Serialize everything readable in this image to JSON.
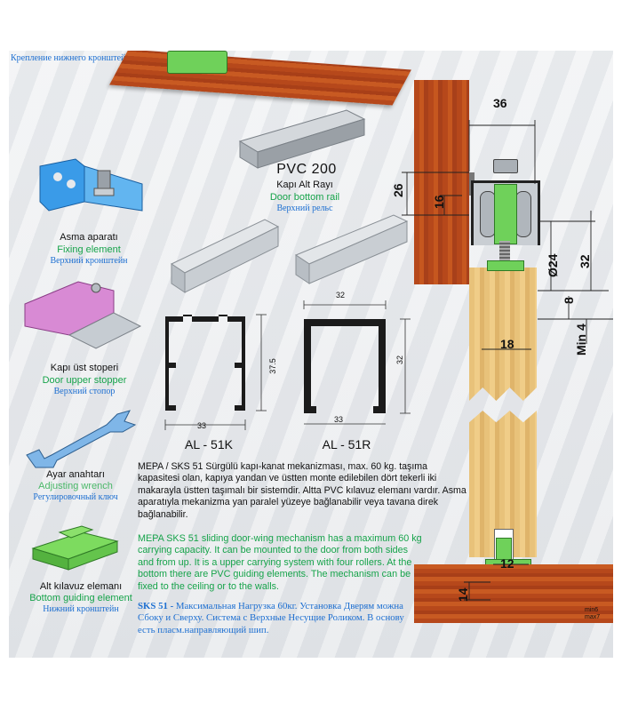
{
  "header": {
    "caption_ru": "Крепление нижнего кронштейна"
  },
  "fixing": {
    "tr": "Asma aparatı",
    "en": "Fixing element",
    "ru": "Верхний кронштейн"
  },
  "pvc": {
    "title": "PVC 200",
    "tr": "Kapı Alt Rayı",
    "en": "Door bottom rail",
    "ru": "Верхний рельс"
  },
  "stopper": {
    "tr": "Kapı üst stoperi",
    "en": "Door upper stopper",
    "ru": "Верхний стопор"
  },
  "wrench": {
    "tr": "Ayar anahtarı",
    "en": "Adjusting wrench",
    "ru": "Регулировочный ключ"
  },
  "guide": {
    "tr": "Alt kılavuz elemanı",
    "en": "Bottom guiding element",
    "ru": "Нижний кронштейн"
  },
  "profiles": {
    "k": {
      "name": "AL - 51K",
      "width": "33",
      "height": "37.5"
    },
    "r": {
      "name": "AL - 51R",
      "width_top": "32",
      "width_bottom": "33",
      "height": "32"
    }
  },
  "dims": {
    "d36": "36",
    "d26": "26",
    "d16": "16",
    "d24": "Ø24",
    "d32": "32",
    "d8": "8",
    "min4": "Min 4",
    "d18": "18",
    "d12": "12",
    "d14": "14",
    "min6": "min6",
    "max7": "max7"
  },
  "text": {
    "tr": "MEPA / SKS 51 Sürgülü kapı-kanat mekanizması, max. 60 kg. taşıma kapasitesi olan, kapıya yandan ve üstten monte edilebilen dört tekerli iki makarayla üstten taşımalı bir sistemdir. Altta PVC kılavuz elemanı vardır. Asma aparatıyla mekanizma yan paralel yüzeye bağlanabilir veya tavana direk bağlanabilir.",
    "en": "MEPA SKS 51 sliding door-wing mechanism has a maximum 60 kg carrying capacity. It can be mounted to the door from both sides and from up. It is a upper carrying system with four rollers. At the bottom there are PVC guiding elements. The mechanism can be fixed to the ceiling or to the walls.",
    "ru_bold": "SKS 51 - ",
    "ru": "Максимальная Нагрузка 60кг. Установка Дверям можна Сбоку и Сверху. Система с Верхные Несущие Роликом. В основу есть пласм.направляющий шип."
  },
  "colors": {
    "accent_green": "#16a34a",
    "accent_blue": "#1d6fd1",
    "wood_dark": "#b6481b",
    "pine": "#ecc680",
    "part_green": "#6fd15a"
  }
}
